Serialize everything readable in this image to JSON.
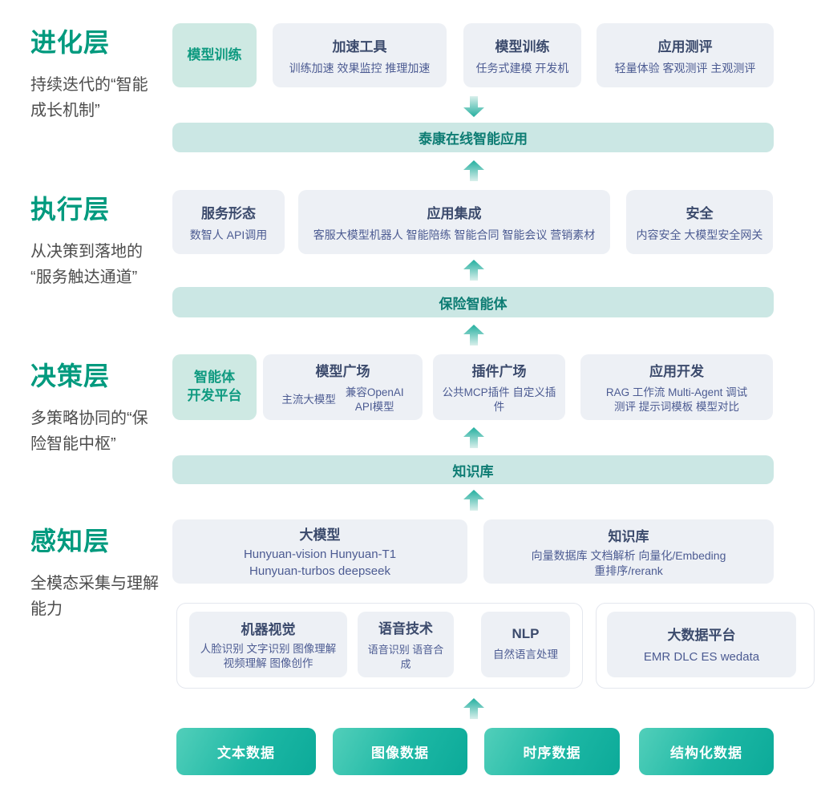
{
  "colors": {
    "accent_green": "#009a7e",
    "band_bg": "#cbe7e4",
    "band_text": "#0d7c73",
    "card_bg": "#edf0f5",
    "card_title": "#3b4a6c",
    "card_sub": "#4c5b92",
    "teal_card_bg": "#cee9e3",
    "teal_card_text": "#0f9a80",
    "pill_gradient_start": "#52cfba",
    "pill_gradient_end": "#0caa99"
  },
  "icons": {
    "flow_down": "arrow-down",
    "flow_up": "arrow-up"
  },
  "layers": [
    {
      "title": "进化层",
      "desc": "持续迭代的“智能\n成长机制”",
      "highlight_card": "模型训练",
      "cards": [
        {
          "title": "加速工具",
          "sub": "训练加速 效果监控 推理加速"
        },
        {
          "title": "模型训练",
          "sub": "任务式建模 开发机"
        },
        {
          "title": "应用测评",
          "sub": "轻量体验 客观测评 主观测评"
        }
      ]
    },
    {
      "title": "执行层",
      "desc": "从决策到落地的\n“服务触达通道”",
      "cards": [
        {
          "title": "服务形态",
          "sub": "数智人  API调用"
        },
        {
          "title": "应用集成",
          "sub": "客服大模型机器人 智能陪练 智能合同 智能会议 营销素材"
        },
        {
          "title": "安全",
          "sub": "内容安全 大模型安全网关"
        }
      ]
    },
    {
      "title": "决策层",
      "desc": "多策略协同的“保\n险智能中枢”",
      "highlight_card": "智能体\n开发平台",
      "cards": [
        {
          "title": "模型广场",
          "sub_left": "主流大模型",
          "sub_right": "兼容OpenAI\nAPI模型"
        },
        {
          "title": "插件广场",
          "sub": "公共MCP插件 自定义插件"
        },
        {
          "title": "应用开发",
          "sub": "RAG 工作流 Multi-Agent 调试\n测评 提示词模板 模型对比"
        }
      ]
    },
    {
      "title": "感知层",
      "desc": "全模态采集与理解\n能力",
      "cards": [
        {
          "title": "大模型",
          "sub": "Hunyuan-vision Hunyuan-T1\nHunyuan-turbos deepseek"
        },
        {
          "title": "知识库",
          "sub": "向量数据库  文档解析  向量化/Embeding\n重排序/rerank"
        }
      ],
      "group_cards": [
        {
          "title": "机器视觉",
          "sub": "人脸识别 文字识别 图像理解\n视频理解 图像创作"
        },
        {
          "title": "语音技术",
          "sub": "语音识别 语音合成"
        },
        {
          "title": "NLP",
          "sub": "自然语言处理"
        },
        {
          "title": "大数据平台",
          "sub": "EMR DLC ES wedata"
        }
      ]
    }
  ],
  "bands": [
    {
      "label": "泰康在线智能应用"
    },
    {
      "label": "保险智能体"
    },
    {
      "label": "知识库"
    }
  ],
  "data_sources": [
    "文本数据",
    "图像数据",
    "时序数据",
    "结构化数据"
  ]
}
